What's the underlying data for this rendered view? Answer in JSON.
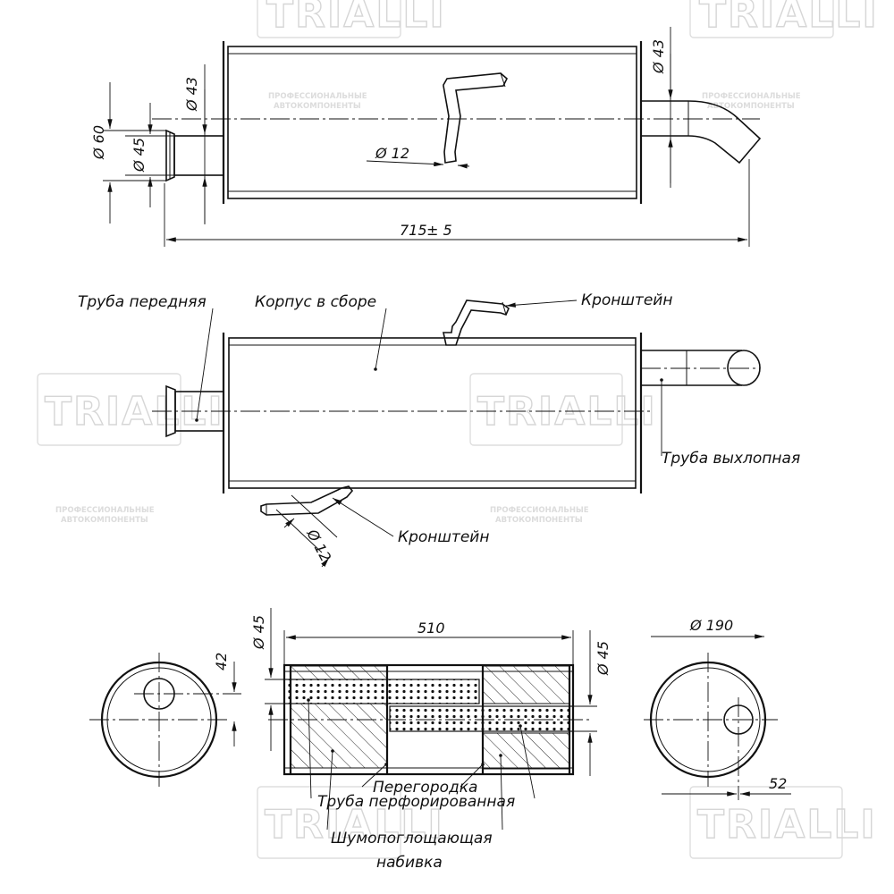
{
  "watermark": {
    "logo": "TRIALLI",
    "line1": "ПРОФЕССИОНАЛЬНЫЕ",
    "line2": "АВТОКОМПОНЕНТЫ"
  },
  "dimensions": {
    "d43_inlet": "Ø 43",
    "d60": "Ø 60",
    "d45_flange": "Ø 45",
    "d12_top": "Ø 12",
    "d43_outlet": "Ø 43",
    "overall_length": "715",
    "overall_tol": "± 5",
    "d12_side": "Ø 12",
    "d45_section_left": "Ø 45",
    "length_510": "510",
    "d45_section_right": "Ø 45",
    "offset_42": "42",
    "d190": "Ø 190",
    "offset_52": "52"
  },
  "labels": {
    "front_pipe": "Труба передняя",
    "body_assembly": "Корпус в сборе",
    "bracket_top": "Кронштейн",
    "exhaust_pipe": "Труба выхлопная",
    "bracket_bottom": "Кронштейн",
    "baffle": "Перегородка",
    "perforated_pipe": "Труба перфорированная",
    "sound_absorbing_1": "Шумопоглощающая",
    "sound_absorbing_2": "набивка"
  }
}
